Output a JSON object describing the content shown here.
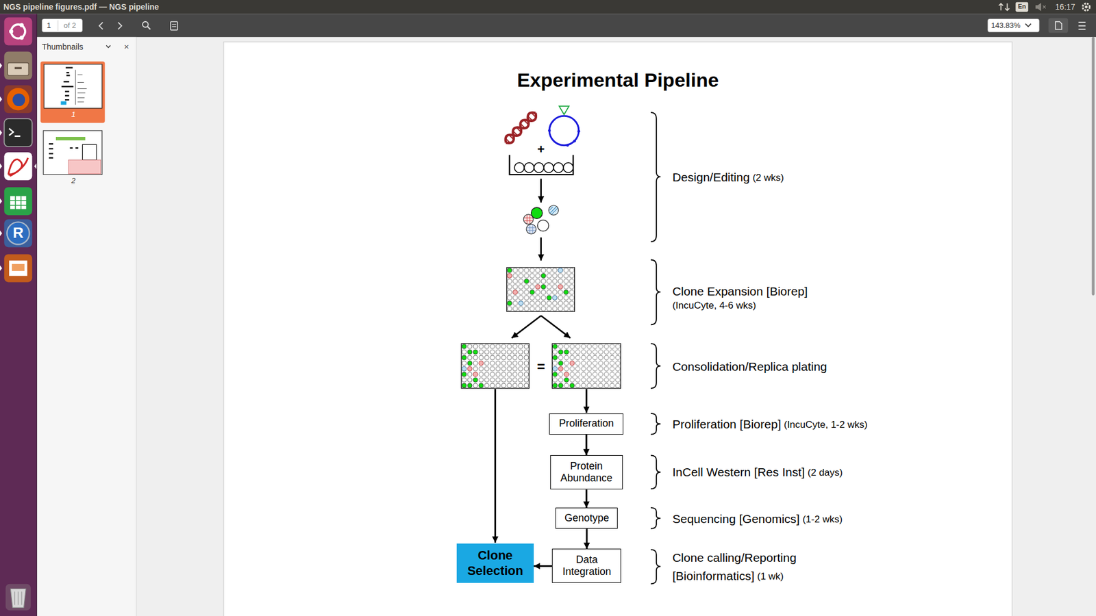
{
  "diagram": {
    "title": "Experimental Pipeline",
    "nodes": [
      {
        "text": [
          "Proliferation"
        ]
      },
      {
        "text": [
          "Protein Abundance"
        ]
      },
      {
        "text": [
          "Genotype"
        ]
      },
      {
        "text": [
          "Data Integration"
        ]
      },
      {
        "text": [
          "Clone Selection"
        ]
      }
    ],
    "edges": [
      {
        "from": 0,
        "to": 1,
        "arrow": "to"
      },
      {
        "from": 1,
        "to": 2,
        "arrow": "to"
      },
      {
        "from": 2,
        "to": 3,
        "arrow": "to"
      },
      {
        "from": 3,
        "to": 4,
        "arrow": "to"
      }
    ],
    "labels": [
      "NGS pipeline figures.pdf — NGS pipeline",
      "En",
      "16:17",
      "1",
      "of 2",
      "143.83%",
      "Thumbnails",
      "×",
      "1",
      "2",
      "R",
      "+",
      "=",
      "Design/Editing",
      "(2 wks)",
      "Clone Expansion [Biorep]",
      "(IncuCyte, 4-6 wks)",
      "Consolidation/Replica plating",
      "Proliferation [Biorep]",
      "(IncuCyte, 1-2 wks)",
      "InCell Western [Res Inst]",
      "(2 days)",
      "Sequencing [Genomics]",
      "(1-2 wks)",
      "Clone calling/Reporting",
      "[Bioinformatics]",
      "(1 wk)"
    ]
  }
}
